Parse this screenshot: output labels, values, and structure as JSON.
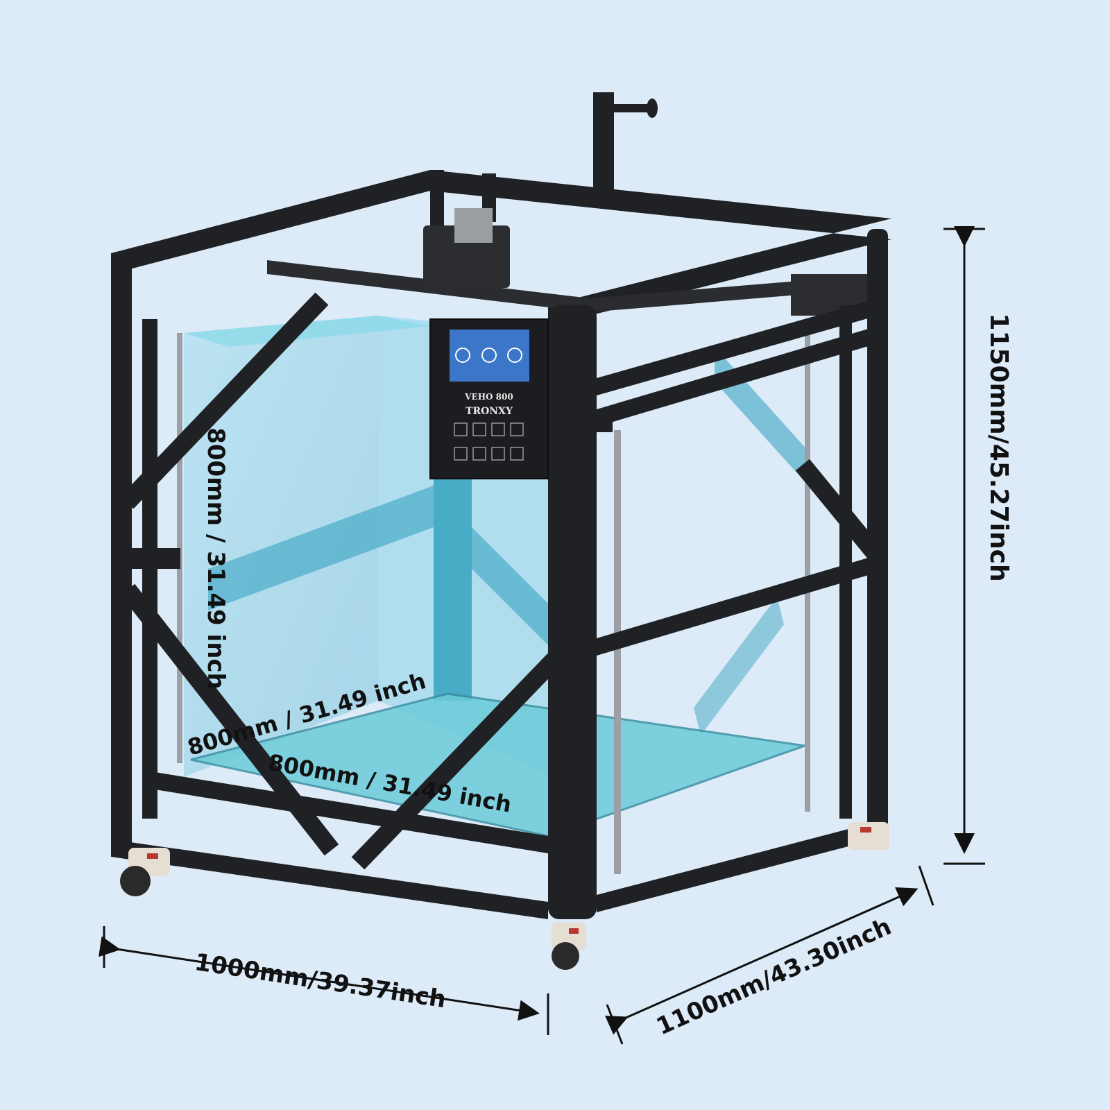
{
  "product": {
    "model": "VEHO 800",
    "brand": "TRONXY"
  },
  "dimensions": {
    "height": "1150mm/45.27inch",
    "front_width": "1000mm/39.37inch",
    "side_depth": "1100mm/43.30inch",
    "build_height": "800mm / 31.49 inch",
    "build_depth": "800mm / 31.49 inch",
    "build_width": "800mm / 31.49 inch"
  },
  "colors": {
    "background": "#ddeaf8",
    "frame": "#1f2124",
    "glass": "#39b7cf",
    "arrows": "#111111"
  }
}
